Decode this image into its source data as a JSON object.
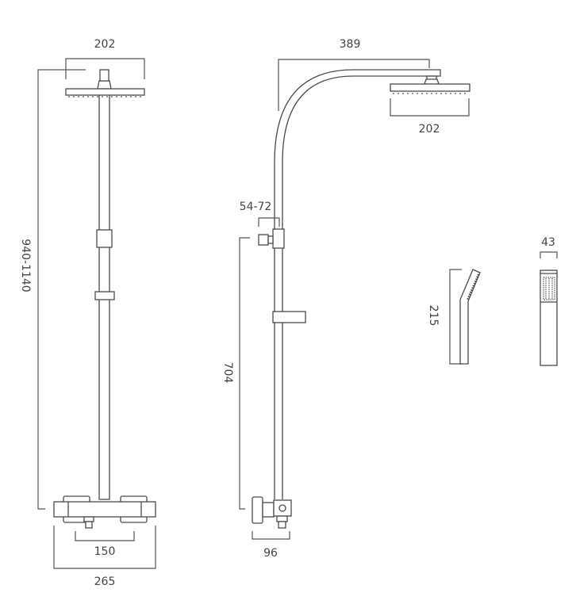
{
  "title": "Shower column technical drawing",
  "front_view": {
    "head_width": "202",
    "height_range": "940-1140",
    "valve_centres": "150",
    "valve_width": "265"
  },
  "side_view": {
    "arm_projection": "389",
    "head_width": "202",
    "wall_offset": "54-72",
    "outlet_height": "704",
    "valve_depth": "96"
  },
  "handset": {
    "length": "215",
    "width": "43"
  },
  "colors": {
    "line": "#4a4a4a",
    "text": "#444444"
  }
}
